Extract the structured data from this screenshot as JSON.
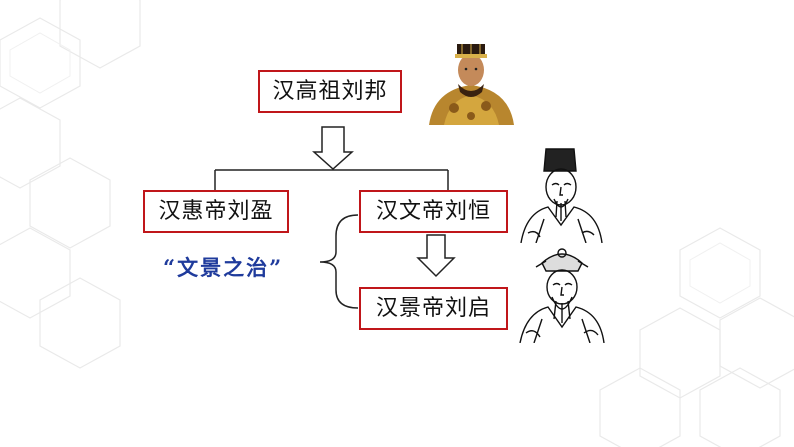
{
  "nodes": {
    "gaozu": "汉高祖刘邦",
    "huidi": "汉惠帝刘盈",
    "wendi": "汉文帝刘恒",
    "jingdi": "汉景帝刘启"
  },
  "annotation": "“文景之治”",
  "colors": {
    "box_border": "#c0161a",
    "annotation_text": "#1f3b9c"
  }
}
